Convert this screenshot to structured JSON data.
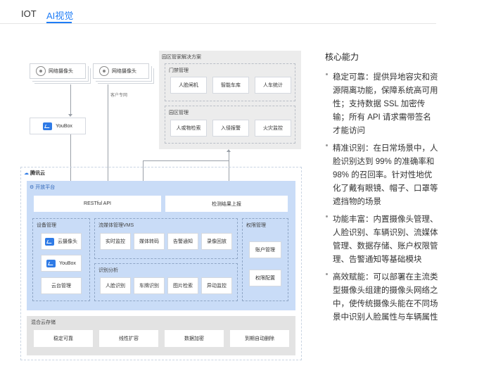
{
  "tabs": [
    {
      "label": "IOT"
    },
    {
      "label": "AI视觉"
    }
  ],
  "diagram": {
    "camera1": "网络摄像头",
    "camera2": "网络摄像头",
    "youbox_top": "YouBox",
    "private_line": "客户专网",
    "park_solution": {
      "title": "园区管家解决方案",
      "gate": {
        "title": "门禁管理",
        "items": [
          "人脸闸机",
          "智能车库",
          "人车统计"
        ]
      },
      "area": {
        "title": "园区管理",
        "items": [
          "人或物检索",
          "入侵报警",
          "火灾监控"
        ]
      }
    },
    "cloud_brand": "腾讯云",
    "open_platform": "开放平台",
    "restful": "RESTful API",
    "report": "检测结果上报",
    "device_mgmt": {
      "title": "设备管理",
      "cloud_camera": "云摄像头",
      "youbox": "YouBox",
      "cloud_manage": "云台管理"
    },
    "vms": {
      "title": "流媒体管理VMS",
      "items": [
        "实时监控",
        "媒体转码",
        "告警通知",
        "录像回放"
      ]
    },
    "recognition": {
      "title": "识别分析",
      "items": [
        "人脸识别",
        "车牌识别",
        "图片检索",
        "异动监控"
      ]
    },
    "permission": {
      "title": "权限管理",
      "items": [
        "账户管理",
        "权限配置"
      ]
    },
    "storage": {
      "title": "混合云存储",
      "items": [
        "稳定可靠",
        "线性扩容",
        "数据加密",
        "到期自动删除"
      ]
    }
  },
  "panel": {
    "title": "核心能力",
    "features": [
      "稳定可靠：提供异地容灾和资源隔离功能，保障系统高可用性；支持数据 SSL 加密传输；所有 API 请求需带签名才能访问",
      "精准识别：在日常场景中，人脸识别达到 99% 的准确率和 98% 的召回率。针对性地优化了戴有眼镜、帽子、口罩等遮挡物的场景",
      "功能丰富：内置摄像头管理、人脸识别、车辆识别、流媒体管理、数据存储、账户权限管理、告警通知等基础模块",
      "高效赋能：可以部署在主流类型摄像头组建的摄像头网络之中，使传统摄像头能在不同场景中识别人脸属性与车辆属性"
    ]
  }
}
